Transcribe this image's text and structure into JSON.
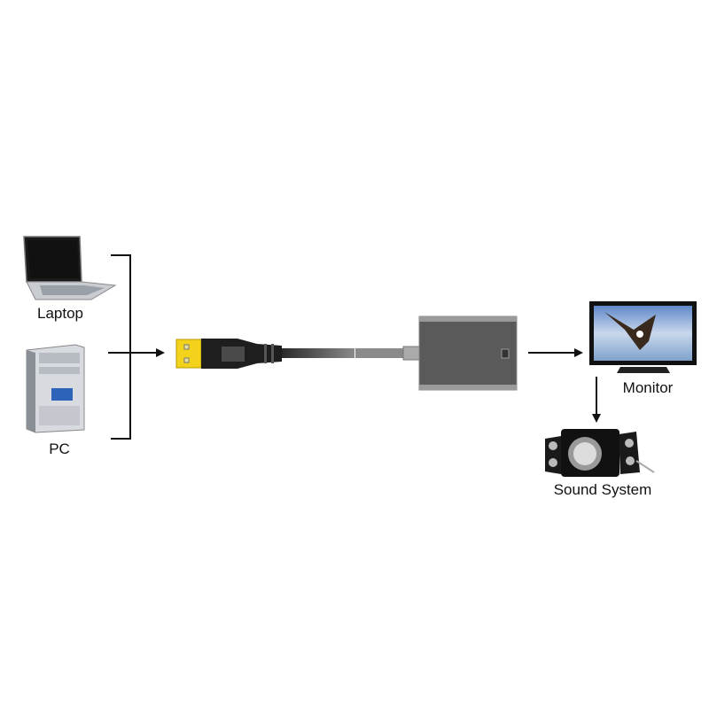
{
  "labels": {
    "laptop": "Laptop",
    "pc": "PC",
    "monitor": "Monitor",
    "sound_system": "Sound System"
  },
  "colors": {
    "usb_tip": "#f2d21a",
    "connector": "#1e1e1e",
    "adapter": "#5a5a5a",
    "arrow": "#111111"
  }
}
